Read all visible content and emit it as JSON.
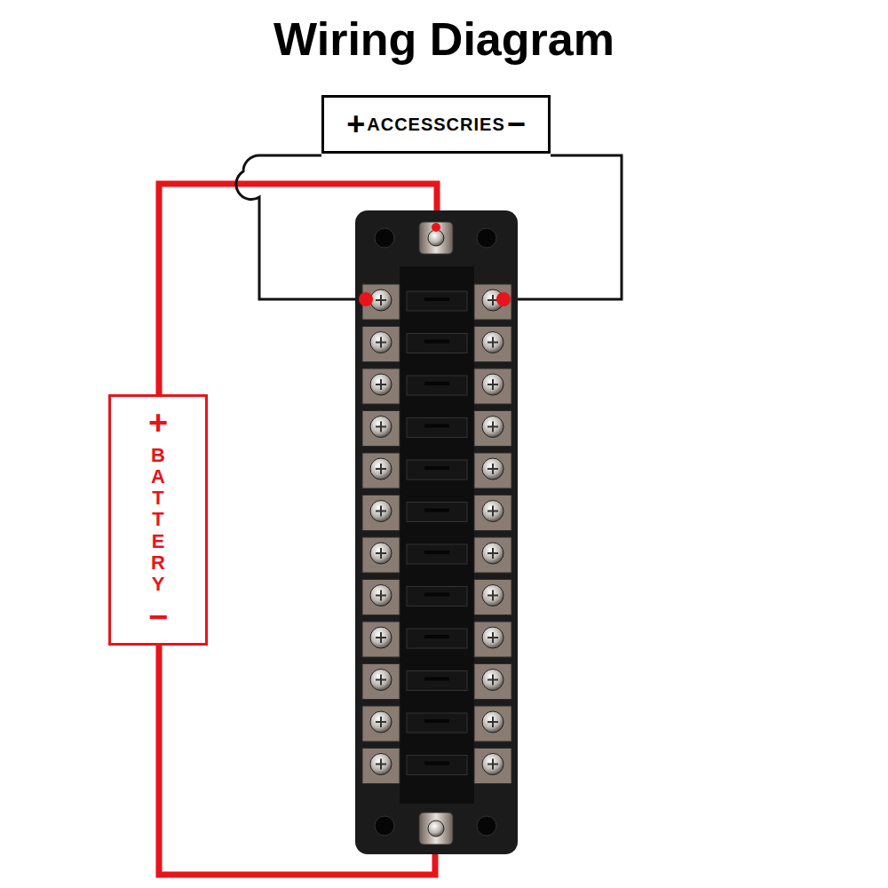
{
  "diagram": {
    "title": "Wiring Diagram",
    "nodes": [
      {
        "text": [
          "+",
          "ACCESSCRIES",
          "−"
        ]
      },
      {
        "text": [
          "+",
          "BATTERY",
          "−"
        ]
      }
    ]
  }
}
